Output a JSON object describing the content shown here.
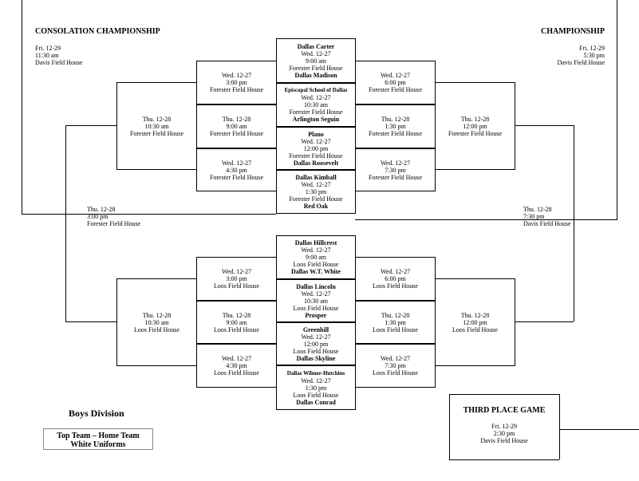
{
  "consolation": {
    "title": "CONSOLATION CHAMPIONSHIP",
    "date": "Fri. 12-29",
    "time": "11:30 am",
    "venue": "Davis Field House"
  },
  "championship": {
    "title": "CHAMPIONSHIP",
    "date": "Fri. 12-29",
    "time": "5:30 pm",
    "venue": "Davis Field House"
  },
  "cons_semi": {
    "date": "Thu. 12-28",
    "time": "3:00 pm",
    "venue": "Forester Field House"
  },
  "champ_semi": {
    "date": "Thu. 12-28",
    "time": "7:30 pm",
    "venue": "Davis Field House"
  },
  "third_place": {
    "title": "THIRD PLACE GAME",
    "date": "Fri. 12-29",
    "time": "2:30 pm",
    "venue": "Davis Field House"
  },
  "division": "Boys Division",
  "legend": {
    "line1": "Top Team – Home Team",
    "line2": "White Uniforms"
  },
  "top_center": [
    {
      "team1": "Dallas Carter",
      "date": "Wed. 12-27",
      "time": "9:00 am",
      "venue": "Forester Field House",
      "team2": "Dallas Madison"
    },
    {
      "team1": "Episcopal School of Dallas",
      "date": "Wed. 12-27",
      "time": "10:30 am",
      "venue": "Forester Field House",
      "team2": "Arlington Seguin"
    },
    {
      "team1": "Plano",
      "date": "Wed. 12-27",
      "time": "12:00 pm",
      "venue": "Forester Field House",
      "team2": "Dallas Roosevelt"
    },
    {
      "team1": "Dallas Kimball",
      "date": "Wed. 12-27",
      "time": "1:30 pm",
      "venue": "Forester Field House",
      "team2": "Red Oak"
    }
  ],
  "bottom_center": [
    {
      "team1": "Dallas Hillcrest",
      "date": "Wed. 12-27",
      "time": "9:00 am",
      "venue": "Loos Field House",
      "team2": "Dallas W.T. White"
    },
    {
      "team1": "Dallas Lincoln",
      "date": "Wed. 12-27",
      "time": "10:30 am",
      "venue": "Loos Field House",
      "team2": "Prosper"
    },
    {
      "team1": "Greenhill",
      "date": "Wed. 12-27",
      "time": "12:00 pm",
      "venue": "Loos Field House",
      "team2": "Dallas Skyline"
    },
    {
      "team1": "Dallas Wilmer-Hutchins",
      "date": "Wed. 12-27",
      "time": "1:30 pm",
      "venue": "Loos Field House",
      "team2": "Dallas Conrad"
    }
  ],
  "top_left": [
    {
      "date": "Wed. 12-27",
      "time": "3:00 pm",
      "venue": "Forester Field House"
    },
    {
      "date": "Thu. 12-28",
      "time": "9:00 am",
      "venue": "Forester Field House"
    },
    {
      "date": "Wed. 12-27",
      "time": "4:30 pm",
      "venue": "Forester Field House"
    }
  ],
  "top_right": [
    {
      "date": "Wed. 12-27",
      "time": "6:00 pm",
      "venue": "Forester Field House"
    },
    {
      "date": "Thu. 12-28",
      "time": "1:30 pm",
      "venue": "Forester Field House"
    },
    {
      "date": "Wed. 12-27",
      "time": "7:30 pm",
      "venue": "Forester Field House"
    }
  ],
  "bottom_left": [
    {
      "date": "Wed. 12-27",
      "time": "3:00 pm",
      "venue": "Loos Field House"
    },
    {
      "date": "Thu. 12-28",
      "time": "9:00 am",
      "venue": "Loos Field House"
    },
    {
      "date": "Wed. 12-27",
      "time": "4:30 pm",
      "venue": "Loos Field House"
    }
  ],
  "bottom_right": [
    {
      "date": "Wed. 12-27",
      "time": "6:00 pm",
      "venue": "Loos Field House"
    },
    {
      "date": "Thu. 12-28",
      "time": "1:30 pm",
      "venue": "Loos Field House"
    },
    {
      "date": "Wed. 12-27",
      "time": "7:30 pm",
      "venue": "Loos Field House"
    }
  ],
  "top_left_outer": {
    "date": "Thu. 12-28",
    "time": "10:30 am",
    "venue": "Forester Field House"
  },
  "top_right_outer": {
    "date": "Thu. 12-28",
    "time": "12:00 pm",
    "venue": "Forester Field House"
  },
  "bottom_left_outer": {
    "date": "Thu. 12-28",
    "time": "10:30 am",
    "venue": "Loos Field House"
  },
  "bottom_right_outer": {
    "date": "Thu. 12-28",
    "time": "12:00 pm",
    "venue": "Loos Field House"
  }
}
